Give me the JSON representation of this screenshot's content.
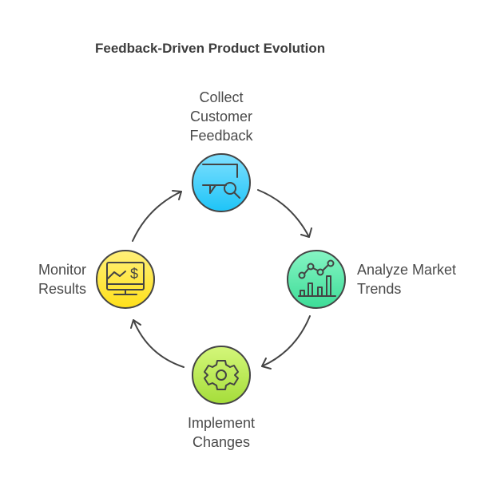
{
  "title": "Feedback-Driven Product Evolution",
  "steps": [
    {
      "label_lines": [
        "Collect",
        "Customer",
        "Feedback"
      ],
      "icon": "chat-search-icon",
      "color_top": "#7fe0ff",
      "color_bottom": "#1ec4f7"
    },
    {
      "label_lines": [
        "Analyze Market",
        "Trends"
      ],
      "icon": "chart-trend-icon",
      "color_top": "#86f5c4",
      "color_bottom": "#3ddc97"
    },
    {
      "label_lines": [
        "Implement",
        "Changes"
      ],
      "icon": "gear-icon",
      "color_top": "#d4f77a",
      "color_bottom": "#a5dd3a"
    },
    {
      "label_lines": [
        "Monitor",
        "Results"
      ],
      "icon": "monitor-dollar-icon",
      "color_top": "#fff07a",
      "color_bottom": "#ffe01a"
    }
  ],
  "stroke_color": "#444444"
}
